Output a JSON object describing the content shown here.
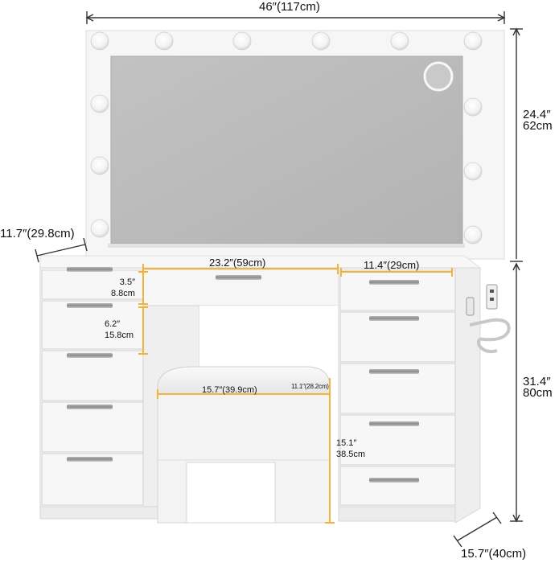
{
  "dimensions": {
    "overall_width": "46″(117cm)",
    "mirror_height_in": "24.4″",
    "mirror_height_cm": "62cm",
    "depth_top": "11.7″(29.8cm)",
    "center_drawer_width": "23.2″(59cm)",
    "side_drawer_width": "11.4″(29cm)",
    "top_drawer_height_in": "3.5″",
    "top_drawer_height_cm": "8.8cm",
    "knee_space_height_in": "6.2″",
    "knee_space_height_cm": "15.8cm",
    "stool_width": "15.7″(39.9cm)",
    "stool_depth": "11.1″(28.2cm)",
    "stool_height_in": "15.1″",
    "stool_height_cm": "38.5cm",
    "desk_height_in": "31.4″",
    "desk_height_cm": "80cm",
    "desk_depth": "15.7″(40cm)"
  },
  "colors": {
    "furniture": "#f4f4f4",
    "furniture_edge": "#d9d9d9",
    "mirror": "#b9b9b9",
    "accent_line": "#f1b33a",
    "dimension_line": "#333333"
  }
}
